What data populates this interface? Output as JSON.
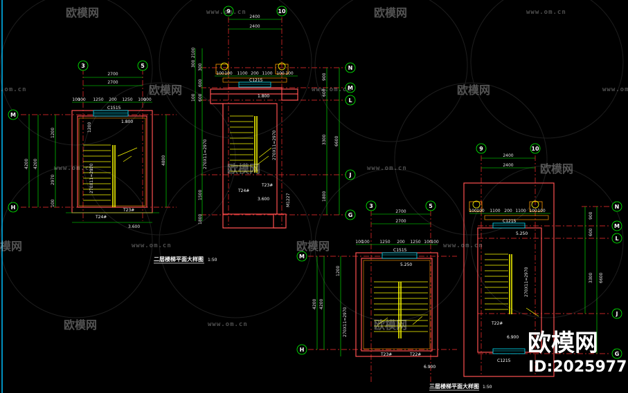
{
  "watermark": {
    "brand": "欧模网",
    "url": "www.om.cn",
    "url_partial": ".om.cn",
    "brand_partial": "模网"
  },
  "brand_corner": {
    "name": "欧模网",
    "id": "ID:2025977"
  },
  "colors": {
    "background": "#000000",
    "dims": "#00ff00",
    "walls": "#ff4040",
    "axis": "#ff3030",
    "stairs": "#ffff00",
    "window": "#00e5ff",
    "railing": "#ff9900",
    "text": "#ffffff"
  },
  "plan_left": {
    "grid_top": [
      "3",
      "5"
    ],
    "grid_side": [
      "M",
      "H"
    ],
    "dims_top": [
      "2700",
      "2700"
    ],
    "dims_sub": [
      "100",
      "100",
      "1250",
      "200",
      "1250",
      "100",
      "100"
    ],
    "window": "C1515",
    "level_top": "1.800",
    "level_bottom": "3.600",
    "stair_run": "270X11=2970",
    "dim_1200": "1200",
    "dim_2970": "2970",
    "dim_100": "100",
    "dim_total": "4200",
    "dim_total2": "4200",
    "dim_4800": "4800",
    "mark_a": "T24#",
    "mark_b": "T23#"
  },
  "plan_mid": {
    "grid_top": [
      "9",
      "10"
    ],
    "grid_side": [
      "N",
      "M",
      "L",
      "J",
      "G"
    ],
    "dims_top": [
      "2400",
      "2400"
    ],
    "dims_sub": [
      "100",
      "100",
      "1100",
      "200",
      "1100",
      "100",
      "100"
    ],
    "window": "C1215",
    "level_top": "1.800",
    "level_bottom": "3.600",
    "stair_run": "270X11=2970",
    "stair_run2": "270X11=2970",
    "dims_left": [
      "300",
      "2100",
      "600",
      "300",
      "100",
      "600",
      "1500",
      "1800"
    ],
    "dims_right": [
      "900",
      "600",
      "3300",
      "1800"
    ],
    "dim_total": "6600",
    "mark_a": "T24#",
    "mark_b": "T23#",
    "door": "M1227"
  },
  "plan_right_small": {
    "grid_top": [
      "3",
      "5"
    ],
    "grid_side": [
      "M",
      "H"
    ],
    "dims_top": [
      "2700",
      "2700"
    ],
    "dims_sub": [
      "100",
      "100",
      "1250",
      "200",
      "1250",
      "100",
      "100"
    ],
    "window": "C1515",
    "level_top": "5.250",
    "level_bottom": "6.900",
    "stair_run": "270X11=2970",
    "dim_1200": "1200",
    "dim_total": "4200",
    "dim_total2": "4200",
    "mark_a": "T23#",
    "mark_b": "T22#"
  },
  "plan_right_tall": {
    "grid_top": [
      "9",
      "10"
    ],
    "grid_side": [
      "N",
      "M",
      "L",
      "J",
      "G"
    ],
    "dims_top": [
      "2400",
      "2400"
    ],
    "dims_sub": [
      "100",
      "100",
      "1100",
      "200",
      "1100",
      "100",
      "100"
    ],
    "window": "C1215",
    "window_bottom": "C1215",
    "level_top": "5.250",
    "level_bottom": "6.900",
    "stair_run": "270X11=2970",
    "dims_right": [
      "900",
      "600",
      "3300"
    ],
    "dim_total": "6600",
    "mark_a": "T22#"
  },
  "titles": {
    "left": "二层楼梯平面大样图",
    "left_scale": "1:50",
    "right": "三层楼梯平面大样图",
    "right_scale": "1:50"
  }
}
